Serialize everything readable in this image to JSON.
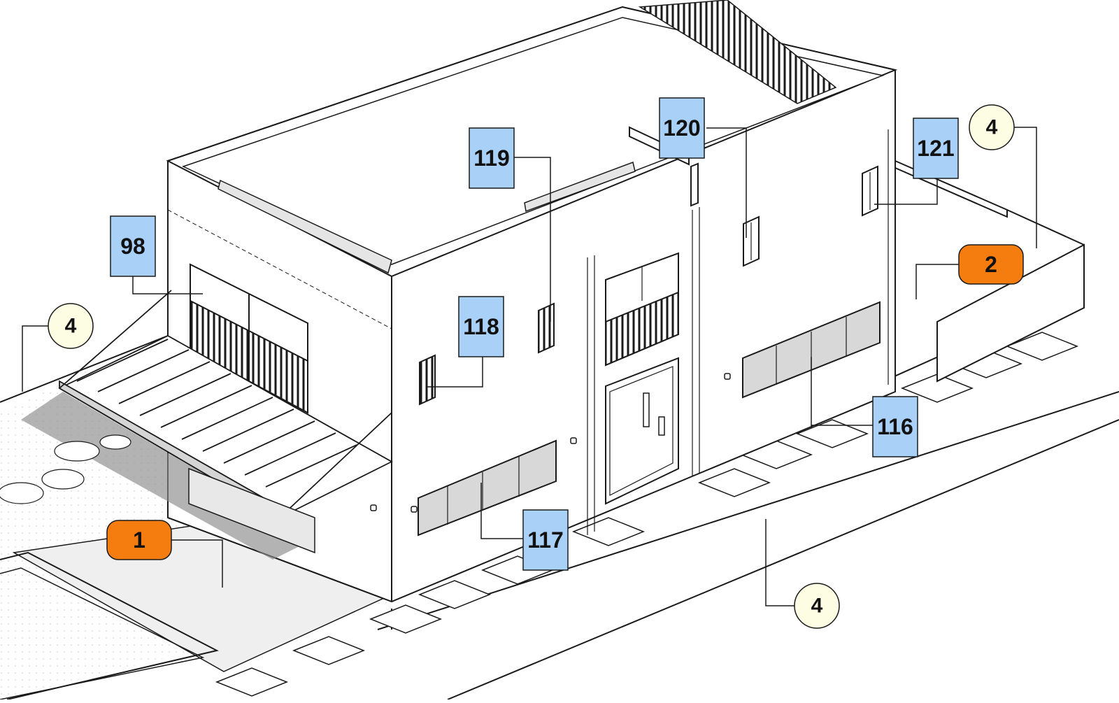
{
  "tags": {
    "window_tags": [
      "98",
      "116",
      "117",
      "118",
      "119",
      "120",
      "121"
    ],
    "material_tags": [
      "1",
      "2"
    ],
    "keynote_tags": [
      "4",
      "4",
      "4"
    ]
  },
  "colors": {
    "window_tag_fill": "#a9d1f7",
    "material_tag_fill": "#f57c0e",
    "keynote_tag_fill": "#fdfde3",
    "line": "#1a1a1a",
    "shadow": "#8a8a8a",
    "glass": "#d8d8d8"
  }
}
